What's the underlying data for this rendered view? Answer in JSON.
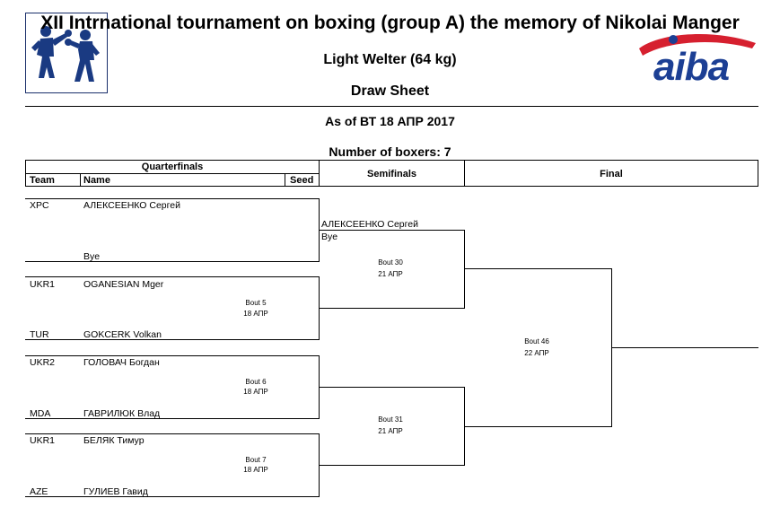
{
  "header": {
    "title": "XII Intrnational tournament on boxing (group A) the memory of Nikolai Manger",
    "weight_class": "Light Welter (64 kg)",
    "sheet_title": "Draw Sheet",
    "as_of": "As of ВТ 18 АПР 2017",
    "number_of_boxers": "Number of boxers: 7",
    "logo_text": "aiba",
    "brand_color": "#d6202f"
  },
  "columns": {
    "quarterfinals": "Quarterfinals",
    "team": "Team",
    "name": "Name",
    "seed": "Seed",
    "semifinals": "Semifinals",
    "final": "Final"
  },
  "quarterfinals": [
    {
      "top": {
        "team": "XPC",
        "name": "АЛЕКСЕЕНКО Сергей"
      },
      "bottom": {
        "team": "",
        "name": "Bye"
      }
    },
    {
      "top": {
        "team": "UKR1",
        "name": "OGANESIAN Mger"
      },
      "bottom": {
        "team": "TUR",
        "name": "GOKCERK Volkan"
      },
      "bout": "Bout 5",
      "date": "18 АПР"
    },
    {
      "top": {
        "team": "UKR2",
        "name": "ГОЛОВАЧ Богдан"
      },
      "bottom": {
        "team": "MDA",
        "name": "ГАВРИЛЮК Влад"
      },
      "bout": "Bout 6",
      "date": "18 АПР"
    },
    {
      "top": {
        "team": "UKR1",
        "name": "БЕЛЯК Тимур"
      },
      "bottom": {
        "team": "AZE",
        "name": "ГУЛИЕВ Гавид"
      },
      "bout": "Bout 7",
      "date": "18 АПР"
    }
  ],
  "semifinals": [
    {
      "winner": "АЛЕКСЕЕНКО Сергей",
      "note": "Bye",
      "bout": "Bout 30",
      "date": "21 АПР"
    },
    {
      "bout": "Bout 31",
      "date": "21 АПР"
    }
  ],
  "final": {
    "bout": "Bout 46",
    "date": "22 АПР"
  }
}
